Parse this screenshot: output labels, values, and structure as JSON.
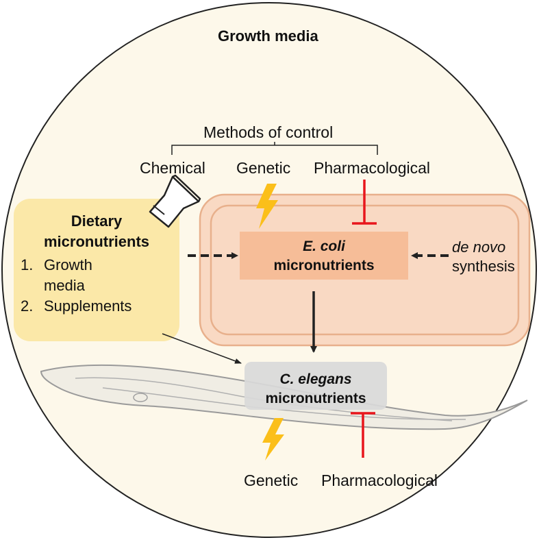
{
  "title": "Growth media",
  "methods": {
    "heading": "Methods of control",
    "chemical": "Chemical",
    "genetic": "Genetic",
    "pharmacological": "Pharmacological"
  },
  "dietary": {
    "title_line1": "Dietary",
    "title_line2": "micronutrients",
    "items": [
      {
        "num": "1.",
        "line1": "Growth",
        "line2": "media"
      },
      {
        "num": "2.",
        "line1": "Supplements"
      }
    ]
  },
  "ecoli": {
    "species": "E. coli",
    "line2": "micronutrients"
  },
  "denovo": {
    "italic": "de novo",
    "line2": "synthesis"
  },
  "celegans": {
    "species": "C. elegans",
    "line2": "micronutrients"
  },
  "bottom": {
    "genetic": "Genetic",
    "pharmacological": "Pharmacological"
  },
  "colors": {
    "circle_fill": "#fdf8ea",
    "dietary_box": "#fbe8a8",
    "bacterium_fill": "#f9d9c3",
    "bacterium_stroke": "#e8b08c",
    "ecoli_box": "#f6bd98",
    "celegans_box": "#d9d9d9",
    "lightning": "#fbbf1a",
    "inhibitor": "#e8161c"
  }
}
